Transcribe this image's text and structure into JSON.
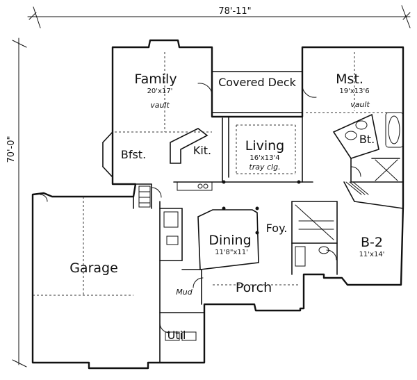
{
  "dimensions": {
    "width_label": "78'-11\"",
    "depth_label": "70'-0\""
  },
  "rooms": {
    "family": {
      "name": "Family",
      "size": "20'x17'",
      "note": "vault"
    },
    "covered_deck": {
      "name": "Covered Deck"
    },
    "master": {
      "name": "Mst.",
      "size": "19'x13'6",
      "note": "vault"
    },
    "bath": {
      "name": "Bt."
    },
    "bfst": {
      "name": "Bfst."
    },
    "kit": {
      "name": "Kit."
    },
    "living": {
      "name": "Living",
      "size": "16'x13'4",
      "note": "tray clg."
    },
    "garage": {
      "name": "Garage"
    },
    "dining": {
      "name": "Dining",
      "size": "11'8\"x11'"
    },
    "foyer": {
      "name": "Foy."
    },
    "bed2": {
      "name": "B-2",
      "size": "11'x14'"
    },
    "mud": {
      "name": "Mud"
    },
    "porch": {
      "name": "Porch"
    },
    "util": {
      "name": "Util"
    }
  }
}
